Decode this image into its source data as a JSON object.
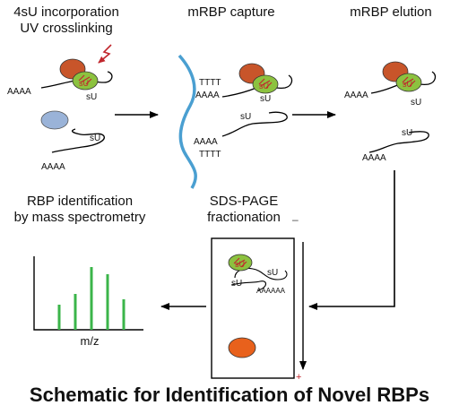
{
  "steps": {
    "incorporation": {
      "line1": "4sU incorporation",
      "line2": "UV crosslinking"
    },
    "capture": {
      "label": "mRBP capture"
    },
    "elution": {
      "label": "mRBP elution"
    },
    "identification": {
      "line1": "RBP identification",
      "line2": "by mass spectrometry"
    },
    "sds": {
      "line1": "SDS-PAGE",
      "line2": "fractionation"
    }
  },
  "rna": {
    "polyA": "AAAA",
    "polyA_long": "AAAAAA",
    "polyT": "TTTT",
    "su": "sU",
    "su_label": "sU"
  },
  "spectrum": {
    "xlabel": "m/z"
  },
  "gel": {
    "minus": "–",
    "plus": "+"
  },
  "title": "Schematic for Identification of Novel RBPs",
  "colors": {
    "protein_orange": "#c8552a",
    "protein_green": "#8cc23f",
    "protein_blue": "#9ab3d8",
    "beads": "#4a9fd1",
    "peaks": "#3bb54a",
    "crosslink": "#c1272d",
    "gel_band": "#e8611c"
  }
}
